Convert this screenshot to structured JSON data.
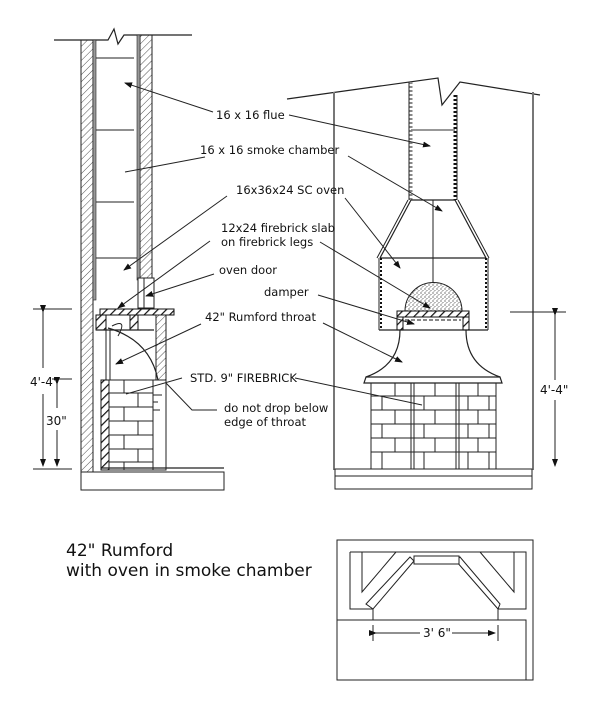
{
  "title": {
    "line1": "42\" Rumford",
    "line2": "with oven in smoke chamber"
  },
  "labels": {
    "flue": "16 x 16 flue",
    "smoke_chamber": "16 x 16 smoke chamber",
    "oven": "16x36x24 SC oven",
    "slab_line1": "12x24 firebrick slab",
    "slab_line2": "on firebrick legs",
    "oven_door": "oven door",
    "damper": "damper",
    "throat": "42\" Rumford throat",
    "firebrick": "STD. 9\" FIREBRICK",
    "note_line1": "do not drop below",
    "note_line2": "edge of throat"
  },
  "dimensions": {
    "section_overall": "4'-4\"",
    "section_opening": "30\"",
    "elevation_overall": "4'-4\"",
    "plan_width": "3' 6\""
  },
  "colors": {
    "line": "#222222",
    "gray_line": "#777777",
    "background": "#ffffff"
  }
}
